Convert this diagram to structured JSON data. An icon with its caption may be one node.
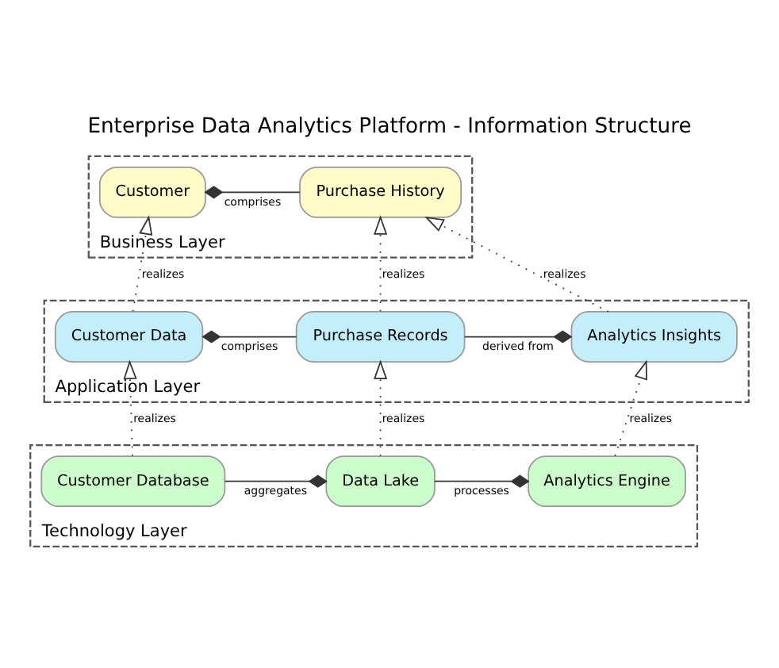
{
  "diagram": {
    "title": "Enterprise Data Analytics Platform - Information Structure",
    "nodes": [
      {
        "text": [
          "Business Layer"
        ]
      },
      {
        "text": [
          "Customer"
        ],
        "in": 0
      },
      {
        "text": [
          "Purchase History"
        ],
        "in": 0
      },
      {
        "text": [
          "Application Layer"
        ]
      },
      {
        "text": [
          "Customer Data"
        ],
        "in": 3
      },
      {
        "text": [
          "Purchase Records"
        ],
        "in": 3
      },
      {
        "text": [
          "Analytics Insights"
        ],
        "in": 3
      },
      {
        "text": [
          "Technology Layer"
        ]
      },
      {
        "text": [
          "Customer Database"
        ],
        "in": 7
      },
      {
        "text": [
          "Data Lake"
        ],
        "in": 7
      },
      {
        "text": [
          "Analytics Engine"
        ],
        "in": 7
      }
    ],
    "edges": [
      {
        "from": 1,
        "to": 2,
        "arrow": "other",
        "label": "comprises"
      },
      {
        "from": 4,
        "to": 1,
        "arrow": "to",
        "label": "realizes",
        "style": "dashed"
      },
      {
        "from": 5,
        "to": 2,
        "arrow": "to",
        "label": "realizes",
        "style": "dashed"
      },
      {
        "from": 6,
        "to": 2,
        "arrow": "to",
        "label": "realizes",
        "style": "dashed"
      },
      {
        "from": 4,
        "to": 5,
        "arrow": "other",
        "label": "comprises"
      },
      {
        "from": 6,
        "to": 5,
        "arrow": "other",
        "label": "derived from"
      },
      {
        "from": 8,
        "to": 4,
        "arrow": "to",
        "label": "realizes",
        "style": "dashed"
      },
      {
        "from": 9,
        "to": 5,
        "arrow": "to",
        "label": "realizes",
        "style": "dashed"
      },
      {
        "from": 10,
        "to": 6,
        "arrow": "to",
        "label": "realizes",
        "style": "dashed"
      },
      {
        "from": 9,
        "to": 8,
        "arrow": "other",
        "label": "aggregates"
      },
      {
        "from": 10,
        "to": 9,
        "arrow": "other",
        "label": "processes"
      }
    ]
  }
}
